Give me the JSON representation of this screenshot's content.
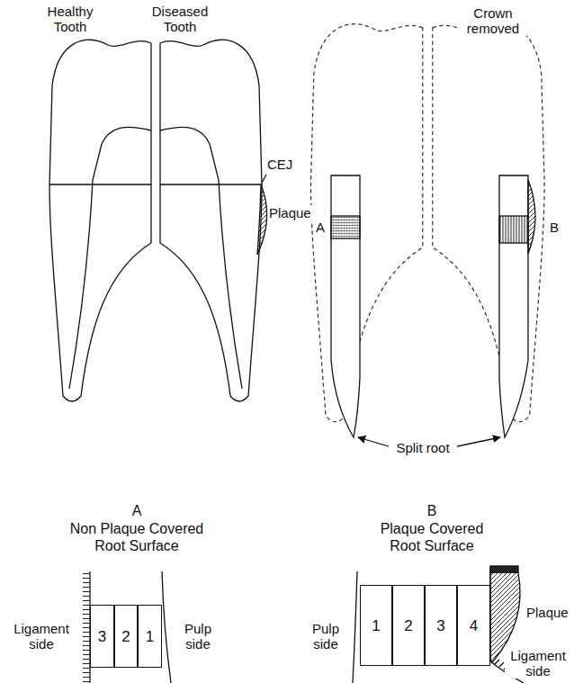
{
  "diagram": {
    "nodes": [
      {
        "text": [
          "3"
        ]
      },
      {
        "text": [
          "2"
        ]
      },
      {
        "text": [
          "1"
        ]
      },
      {
        "text": [
          "1"
        ]
      },
      {
        "text": [
          "2"
        ]
      },
      {
        "text": [
          "3"
        ]
      },
      {
        "text": [
          "4"
        ]
      }
    ],
    "labels": [
      "Healthy Tooth",
      "Diseased Tooth",
      "CEJ",
      "Plaque",
      "Crown removed",
      "A",
      "B",
      "Split root",
      "A",
      "Non Plaque Covered Root Surface",
      "B",
      "Plaque Covered Root Surface",
      "Ligament side",
      "Pulp side",
      "Pulp side",
      "Plaque",
      "Ligament side"
    ]
  }
}
